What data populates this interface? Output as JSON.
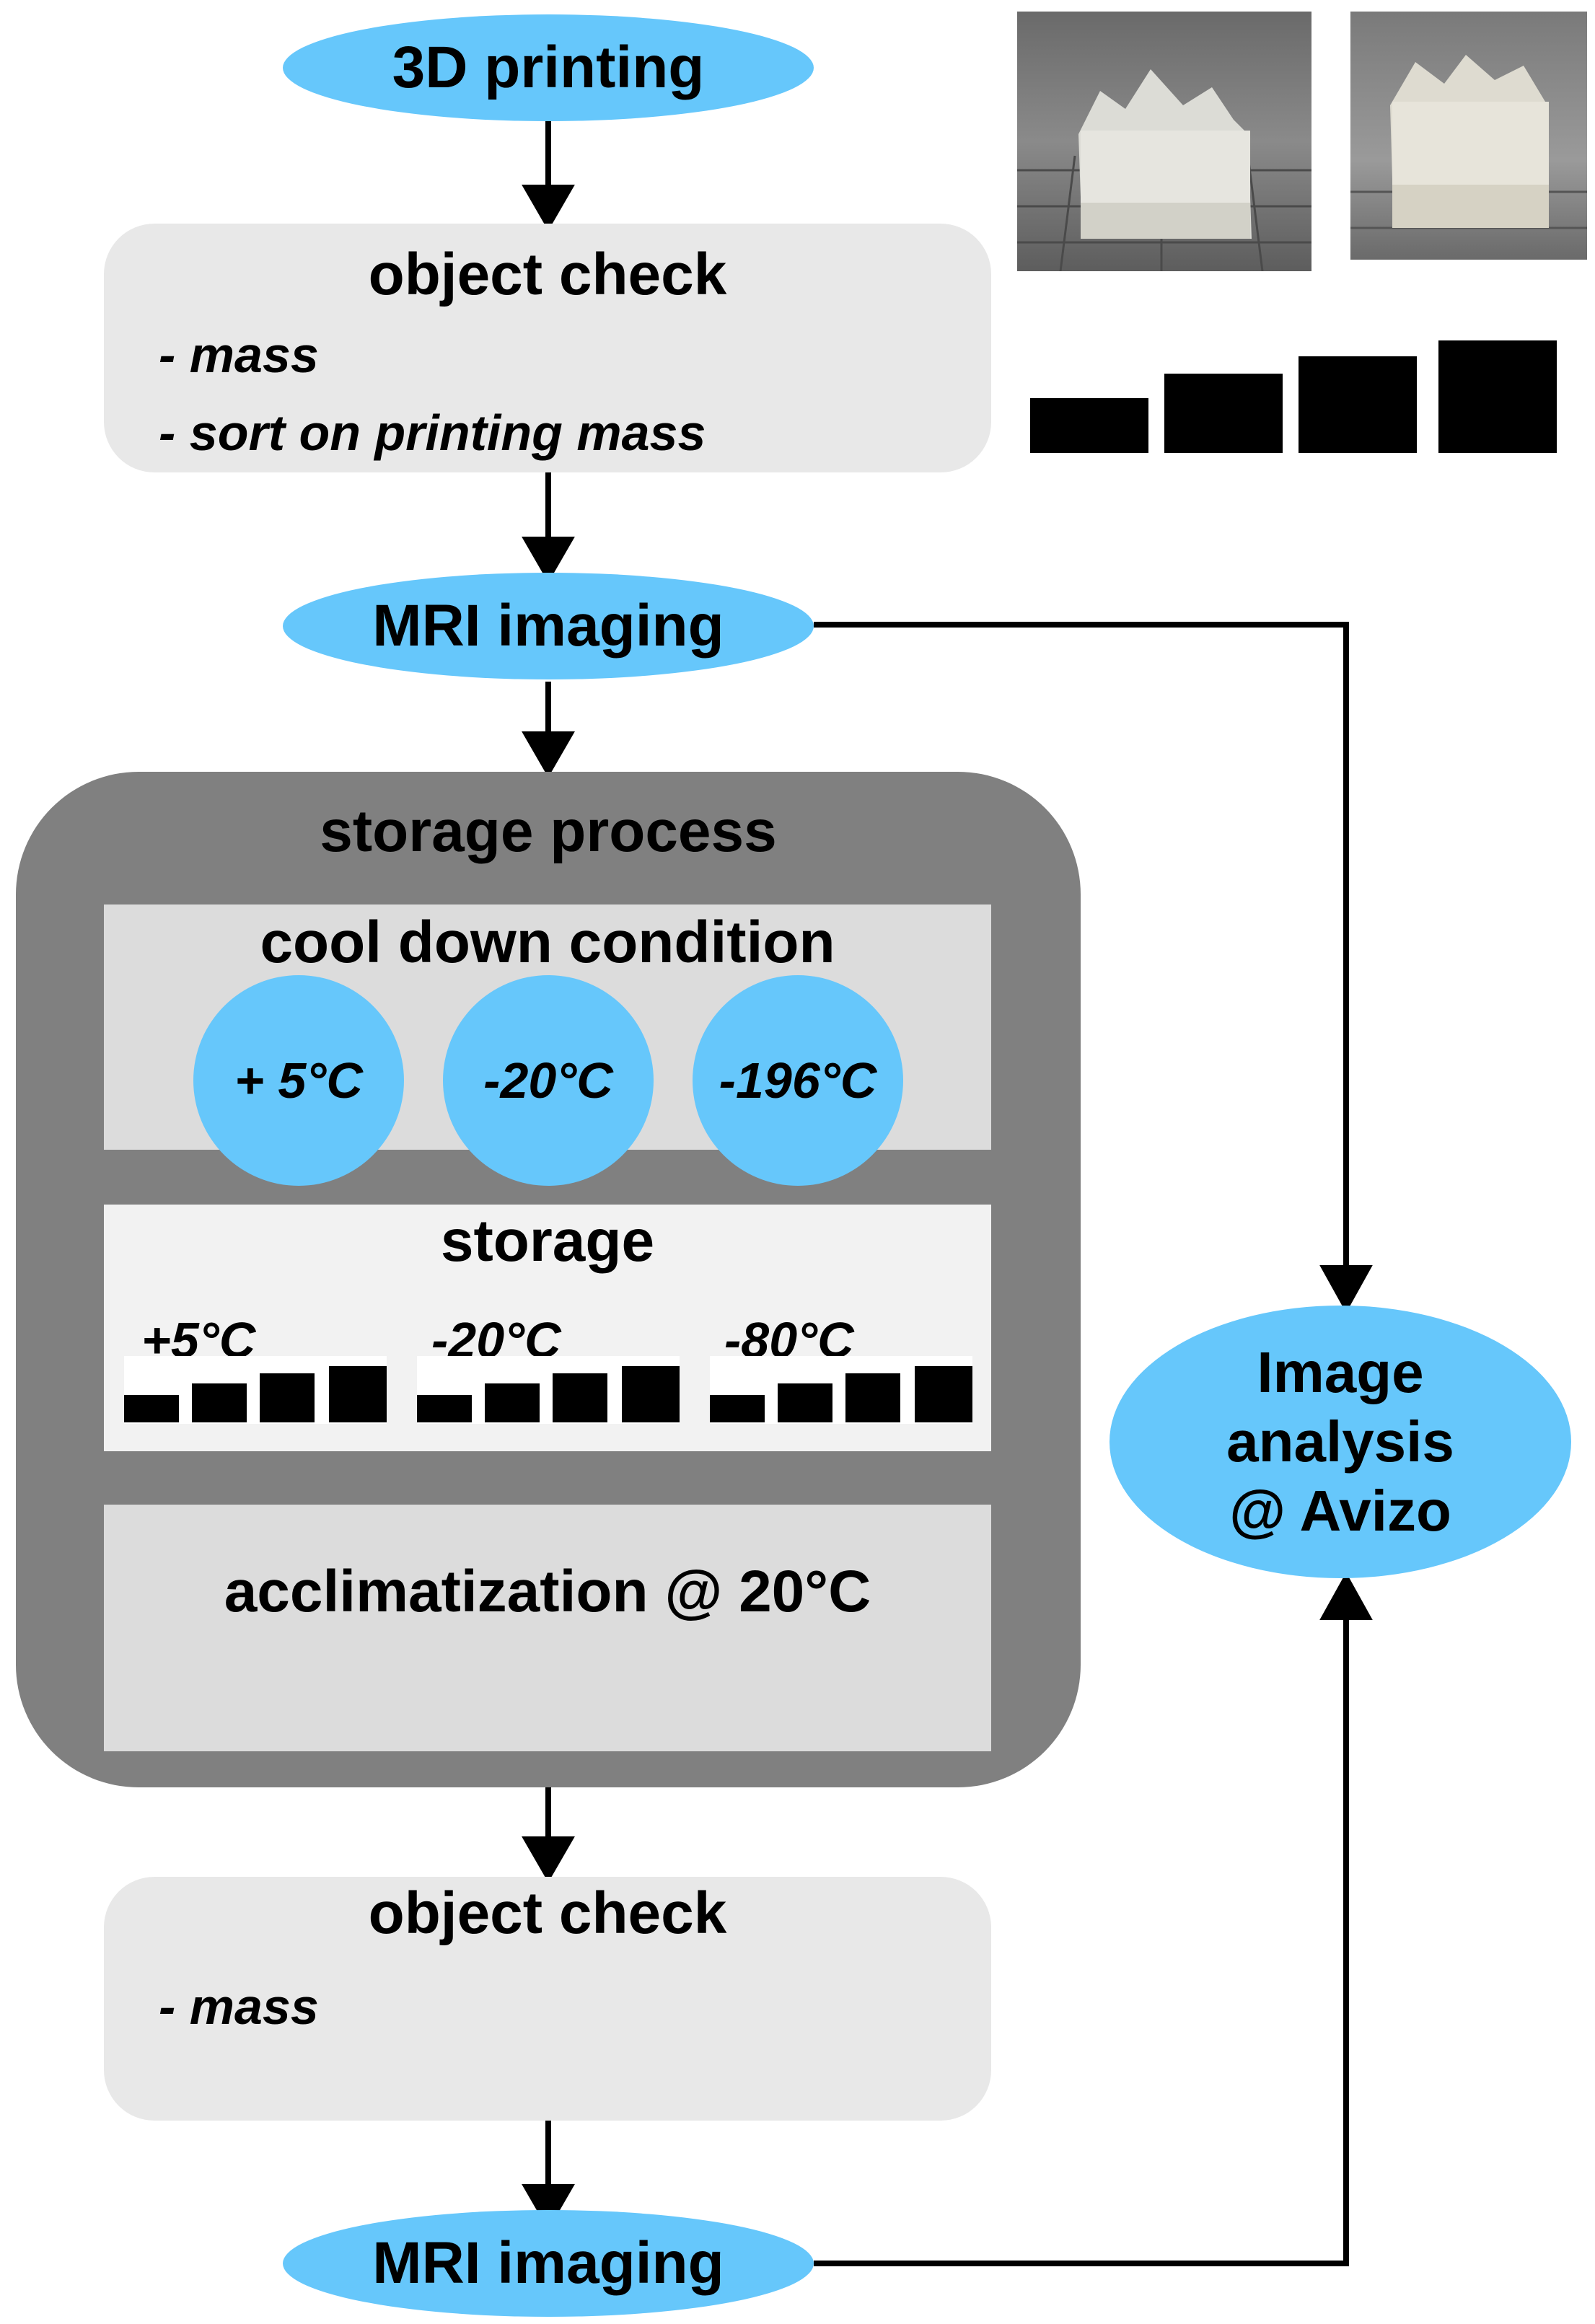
{
  "flow": {
    "printing": "3D printing",
    "check1": {
      "title": "object check",
      "items": [
        "- mass",
        "- sort on printing mass"
      ]
    },
    "mri1": "MRI imaging",
    "storage_process": {
      "title": "storage process",
      "cooldown": {
        "title": "cool down condition",
        "conditions": [
          "+ 5°C",
          "-20°C",
          "-196°C"
        ]
      },
      "storage": {
        "title": "storage",
        "temps": [
          "+5°C",
          "-20°C",
          "-80°C"
        ]
      },
      "acclimatization": "acclimatization @ 20°C"
    },
    "check2": {
      "title": "object check",
      "items": [
        "- mass"
      ]
    },
    "mri2": "MRI imaging",
    "analysis": [
      "Image",
      "analysis",
      "@ Avizo"
    ]
  },
  "colors": {
    "node_blue": "#66c7fb",
    "panel_dark": "#808080",
    "panel_light": "#e8e8e8"
  }
}
